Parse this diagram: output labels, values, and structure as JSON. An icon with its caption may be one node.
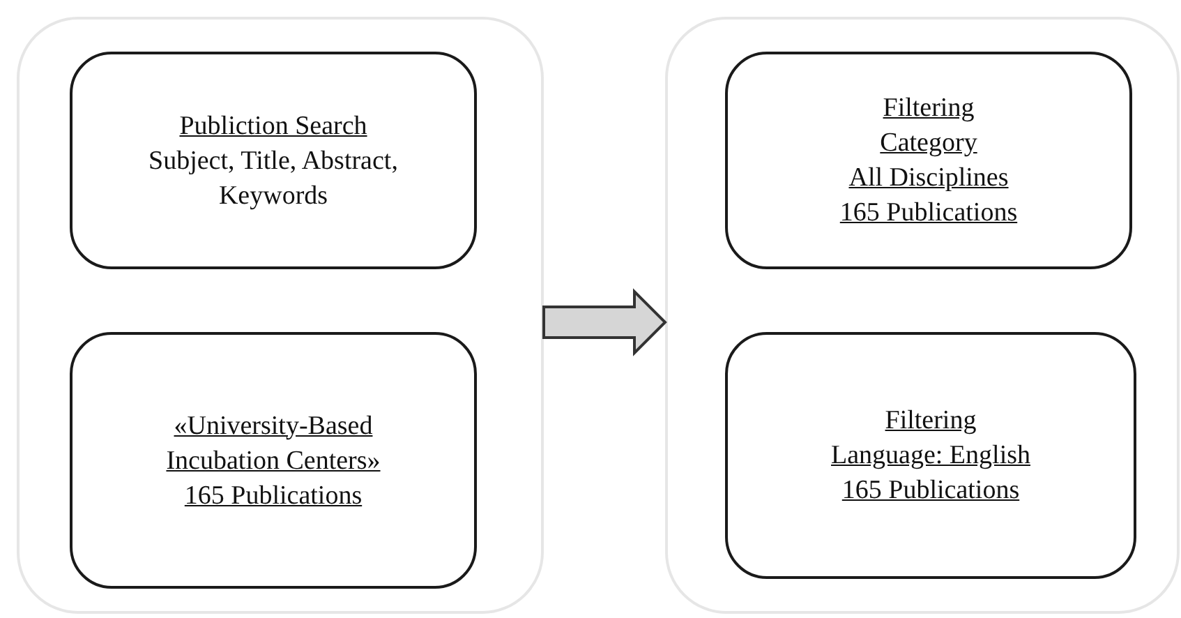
{
  "diagram": {
    "nodes": [
      {
        "text": [],
        "shape": "box"
      },
      {
        "text": [
          "Publiction Search",
          "Subject, Title, Abstract, Keywords"
        ],
        "in": 0
      },
      {
        "text": [
          "«University-Based Incubation Centers»",
          "165 Publications"
        ],
        "in": 0
      },
      {
        "text": [],
        "shape": "box"
      },
      {
        "text": [
          "Filtering",
          "Category",
          "All Disciplines",
          "165 Publications"
        ],
        "in": 3
      },
      {
        "text": [
          "Filtering",
          "Language: English",
          "165 Publications"
        ],
        "in": 3
      }
    ],
    "edges": [
      {
        "from": 0,
        "to": 3,
        "arrow": "to"
      }
    ]
  }
}
